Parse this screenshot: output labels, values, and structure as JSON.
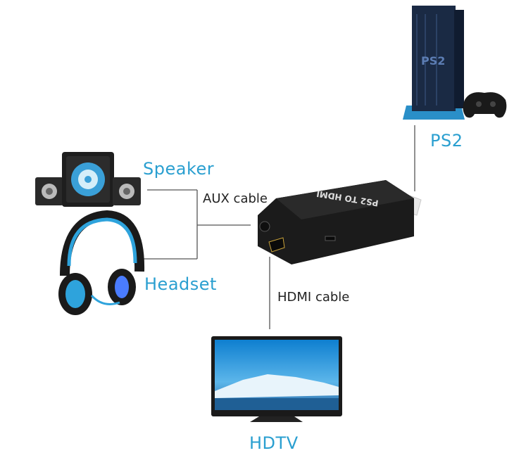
{
  "labels": {
    "ps2": "PS2",
    "speaker": "Speaker",
    "headset": "Headset",
    "hdtv": "HDTV",
    "aux_cable": "AUX cable",
    "hdmi_cable": "HDMI cable",
    "adapter_text": "PS2 TO HDMI",
    "console_logo": "PS2"
  },
  "colors": {
    "label_blue": "#2a9fd0",
    "console_blue": "#1f3f73",
    "connector_line": "#555555"
  }
}
